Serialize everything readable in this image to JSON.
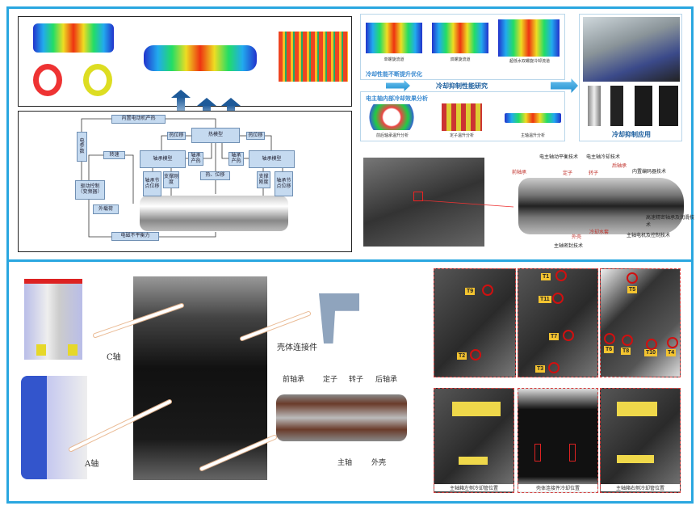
{
  "thermal_diagram": {
    "motor_heat": "内置电动机产热",
    "thermal_model": "热模型",
    "thermal_displacement": "热位移",
    "bearing_model": "轴承模型",
    "bearing_heat": "轴承产热",
    "electrical_params": "电参数",
    "speed": "转速",
    "drive_control": "驱动控制（变频器）",
    "heat_displacement": "热、位移",
    "support_stiffness": "支撑刚度",
    "bearing_node_displacement": "轴承节点位移",
    "external_load": "外载荷",
    "em_unbalance": "电磁不平衡力"
  },
  "cooling_research": {
    "single_spiral": "单螺旋流道",
    "double_spiral": "双螺旋流道",
    "ultra_double_spiral": "超低水双螺旋冷却流道",
    "optimization": "冷却性能不断提升优化",
    "title": "冷却抑制性能研究",
    "internal_analysis": "电主轴内部冷却效果分析",
    "bearing_temp": "前后轴承温升分析",
    "stator_temp": "定子温升分析",
    "shaft_temp": "主轴温升分析",
    "application": "冷却抑制应用"
  },
  "spindle_tech": {
    "dynamic_balance": "电主轴动平衡技术",
    "cooling": "电主轴冷却技术",
    "front_bearing": "前轴承",
    "stator": "定子",
    "rotor": "转子",
    "rear_bearing": "后轴承",
    "encoder": "内置编码器技术",
    "bearing_lube": "高速精密轴承及润滑技术",
    "motor_control": "主轴电机及控制技术",
    "water_jacket": "冷却水套",
    "housing": "外壳",
    "seal": "主轴密封技术"
  },
  "head_assembly": {
    "c_axis": "C轴",
    "a_axis": "A轴",
    "connector": "壳体连接件",
    "front_bearing": "前轴承",
    "stator": "定子",
    "rotor": "转子",
    "rear_bearing": "后轴承",
    "spindle": "主轴",
    "housing": "外壳"
  },
  "sensors": [
    "T1",
    "T2",
    "T3",
    "T4",
    "T5",
    "T6",
    "T7",
    "T8",
    "T9",
    "T10",
    "T11"
  ],
  "cooling_pipes": {
    "left": "主轴箱左侧冷却管位置",
    "connector": "壳体连接件冷却位置",
    "right": "主轴箱右侧冷却管位置"
  },
  "colors": {
    "frame": "#2aa7e0",
    "accent": "#1e5a99",
    "marker": "#d01010"
  }
}
